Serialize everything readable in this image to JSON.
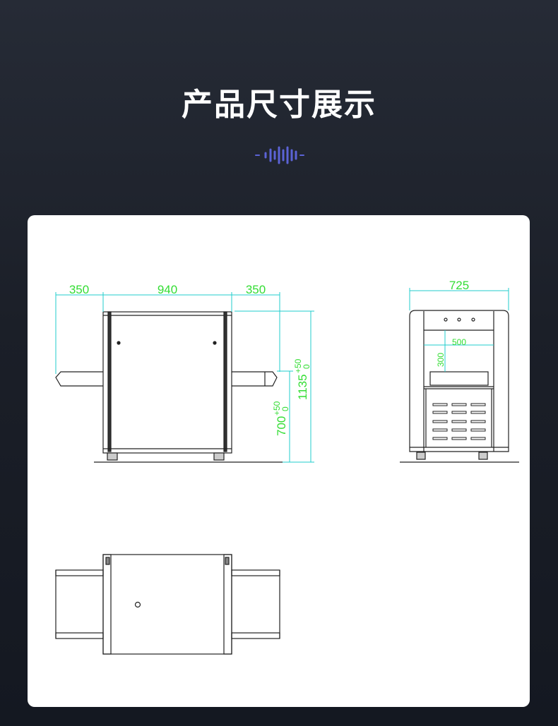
{
  "header": {
    "title": "产品尺寸展示",
    "wave_icon": "sound-wave-icon",
    "accent": "#5b63d6"
  },
  "drawing": {
    "side_view": {
      "left_conveyor": "350",
      "body_width": "940",
      "right_conveyor": "350",
      "total_height": "1135",
      "total_height_tol_upper": "+50",
      "total_height_tol_lower": "0",
      "conveyor_height": "700",
      "conveyor_height_tol_upper": "+50",
      "conveyor_height_tol_lower": "0"
    },
    "front_view": {
      "width": "725",
      "tunnel_width": "500",
      "tunnel_height": "300"
    },
    "dimension_color": "#33dd33",
    "leader_color": "#22cccc"
  }
}
